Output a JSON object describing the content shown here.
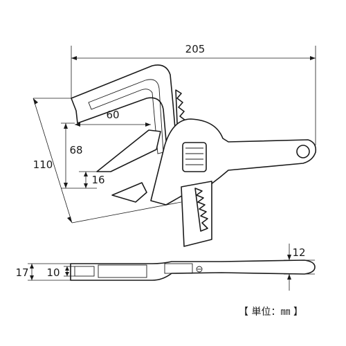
{
  "dimensions": {
    "overall_length": "205",
    "jaw_depth": "60",
    "max_opening": "68",
    "min_opening": "16",
    "head_height": "110",
    "handle_thickness": "12",
    "head_thickness": "17",
    "slot_thickness": "10"
  },
  "unit_note": "【 単位：㎜ 】"
}
